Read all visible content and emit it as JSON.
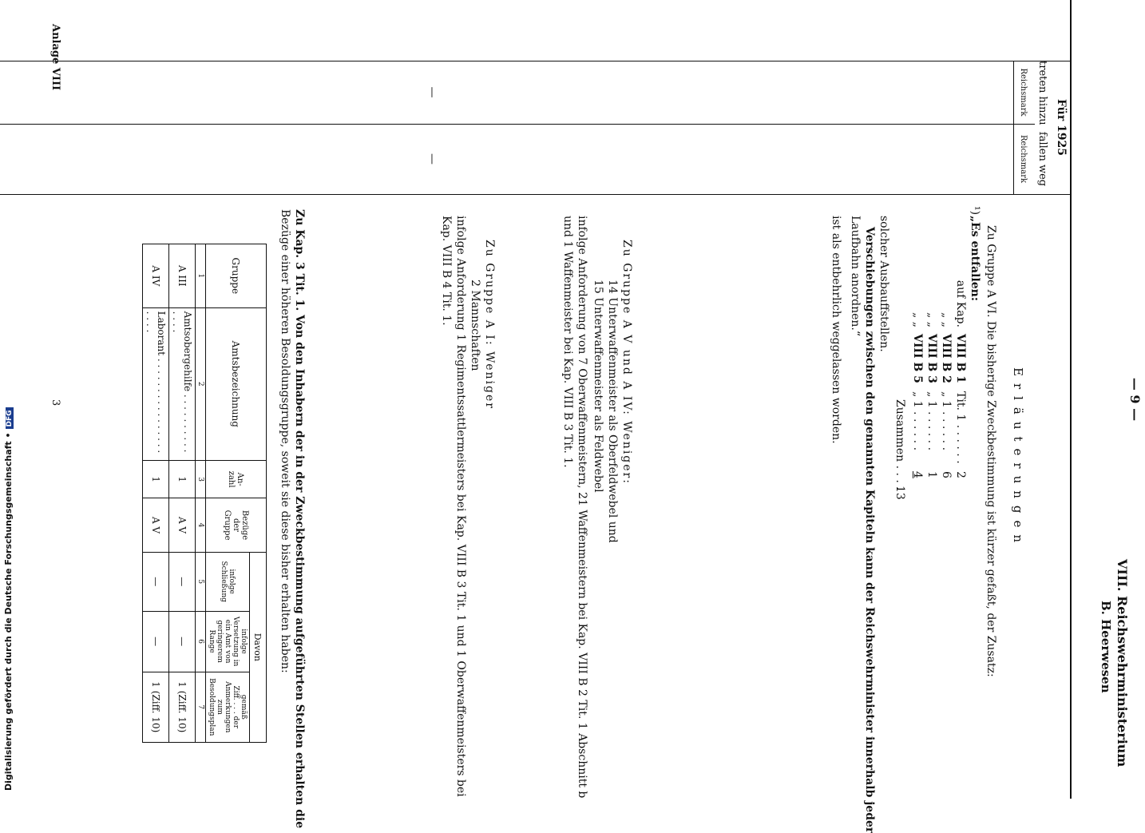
{
  "header": {
    "page_number": "— 9 —",
    "ministry": "VIII. Reichswehrministerium",
    "section": "B. Heerwesen",
    "erlaeuterungen": "Erläuterungen"
  },
  "ledger": {
    "year": "Für 1925",
    "col_add": "treten hinzu",
    "col_remove": "fallen weg",
    "unit_add": "Reichsmark",
    "unit_remove": "Reichsmark",
    "dash1": "—",
    "dash2": "—"
  },
  "para1": {
    "heading": "Zu Gruppe A VI. Die bisherige Zweckbestimmung ist kürzer gefaßt, der Zusatz:",
    "footnote_mark": "¹)",
    "intro": "„Es entfallen:",
    "rows": [
      {
        "prefix": "auf Kap.",
        "kap": "VIII B 1",
        "tit": "Tit. 1 . . . . . .",
        "val": "2"
      },
      {
        "prefix": "„ „",
        "kap": "VIII B 2",
        "tit": "„ 1 . . . . . .",
        "val": "6"
      },
      {
        "prefix": "„ „",
        "kap": "VIII B 3",
        "tit": "„ 1 . . . . . .",
        "val": "1"
      },
      {
        "prefix": "„ „",
        "kap": "VIII B 5",
        "tit": "„ 1 . . . . . .",
        "val": "4"
      }
    ],
    "total_label": "Zusammen . . . .",
    "total_val": "13",
    "line1": "solcher Ausbauffstellen.",
    "line2": "Verschiebungen zwischen den genannten Kapiteln kann der Reichswehrminister innerhalb jeder",
    "line3": "Laufbahn anordnen.“",
    "line4": "ist als entbehrlich weggelassen worden."
  },
  "para2": {
    "heading": "Zu Gruppe A V und A IV: Weniger:",
    "item1": "14 Unterwaffenmeister als Oberfeldwebel und",
    "item2": "15 Unterwaffenmeister als Feldwebel",
    "text1": "infolge Anforderung von 7 Oberwaffenmeistern, 21 Waffenmeistern bei Kap. VIII B 2 Tit. 1 Abschnitt b",
    "text2": "und 1 Waffenmeister bei Kap. VIII B 3 Tit. 1."
  },
  "para3": {
    "heading": "Zu Gruppe A I: Weniger",
    "item1": "2 Mannschaften",
    "text1": "infolge Anforderung 1 Regimentssattlermeisters bei Kap. VIII B 3 Tit. 1 und 1 Oberwaffenmeisters bei",
    "text2": "Kap. VIII B 4 Tit. 1."
  },
  "para4": {
    "line1": "Zu Kap. 3 Tit. 1. Von den Inhabern der in der Zweckbestimmung aufgeführten Stellen erhalten die",
    "line2": "Bezüge einer höheren Besoldungsgruppe, soweit sie diese bisher erhalten haben:"
  },
  "table": {
    "headers": {
      "gruppe": "Gruppe",
      "amt": "Amtsbezeichnung",
      "anzahl": "An-\nzahl",
      "bezuege": "Bezüge\nder\nGruppe",
      "davon": "Davon",
      "schliessung": "infolge\nSchließung",
      "versetzung": "infolge\nVersetzung in\nein Amt von\ngeringerem\nRange",
      "gemaess": "gemäß\nZiff. . . . der\nAnmerkungen\nzum\nBesoldungsplan"
    },
    "numbers": [
      "1",
      "2",
      "3",
      "4",
      "5",
      "6",
      "7"
    ],
    "rows": [
      {
        "gruppe": "A III",
        "amt": "Amtsobergehilfe . . . . . . . . . . . . . .",
        "anzahl": "1",
        "bezuege": "A V",
        "schliessung": "—",
        "versetzung": "—",
        "gemaess": "1 (Ziff. 10)"
      },
      {
        "gruppe": "A IV",
        "amt": "Laborant . . . . . . . . . . . . . . . . . . . .",
        "anzahl": "1",
        "bezuege": "A V",
        "schliessung": "—",
        "versetzung": "—",
        "gemaess": "1 (Ziff. 10)"
      }
    ]
  },
  "footer": {
    "anlage": "Anlage VIII",
    "page": "3"
  },
  "side_note": {
    "text": "Digitalisierung gefördert durch die Deutsche Forschungsgemeinschaft •",
    "logo": "DFG"
  }
}
